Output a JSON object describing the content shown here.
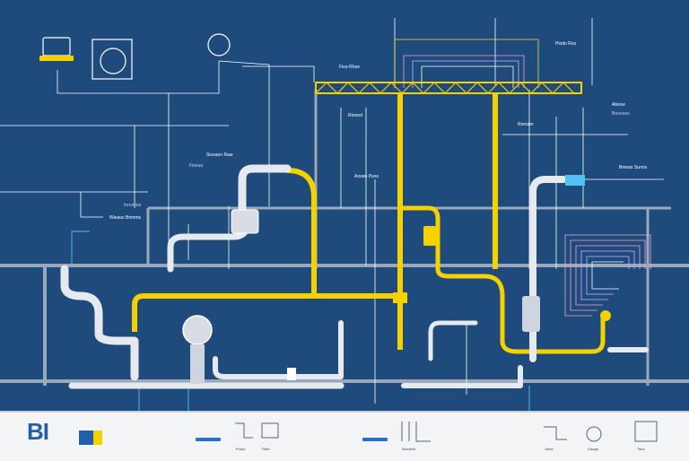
{
  "diagram": {
    "background": "#1f4a7c",
    "colors": {
      "line": "#ffffff",
      "highlight": "#f5d100",
      "pipe": "#e6e9ee",
      "pink": "#f0a6c8",
      "cyan": "#4fc3f7",
      "legend_bg": "#f3f4f6"
    },
    "icons": [
      "laptop-icon",
      "gauge-icon",
      "alarm-clock-icon",
      "motor-pump-icon",
      "main-valve-icon",
      "yellow-valve-icon"
    ],
    "labels": {
      "left_mid": "Wieaus Bnmms",
      "left_small": "Innumos",
      "mid_upper": "Fios-Rhoe",
      "mid_left": "Rioned",
      "mid_center": "Ronsrm",
      "center_upper": "Aosen Puns",
      "right_top": "Pindo Ros",
      "right_mid": "Alioow",
      "right_mid2": "Bounoes",
      "right_lower": "Bmsan Sunns",
      "lower_center": "Siceaon Raw",
      "lower_mid": "Fiseaa"
    },
    "legend": {
      "brand": "BI",
      "items": [
        {
          "icon": "pump-symbol-icon",
          "label": "Pump"
        },
        {
          "icon": "filter-symbol-icon",
          "label": "Filter"
        },
        {
          "icon": "manifold-symbol-icon",
          "label": "Manifold"
        },
        {
          "icon": "valve-symbol-icon",
          "label": "Valve"
        },
        {
          "icon": "gauge-symbol-icon",
          "label": "Gauge"
        },
        {
          "icon": "tank-symbol-icon",
          "label": "Tank"
        }
      ]
    }
  }
}
